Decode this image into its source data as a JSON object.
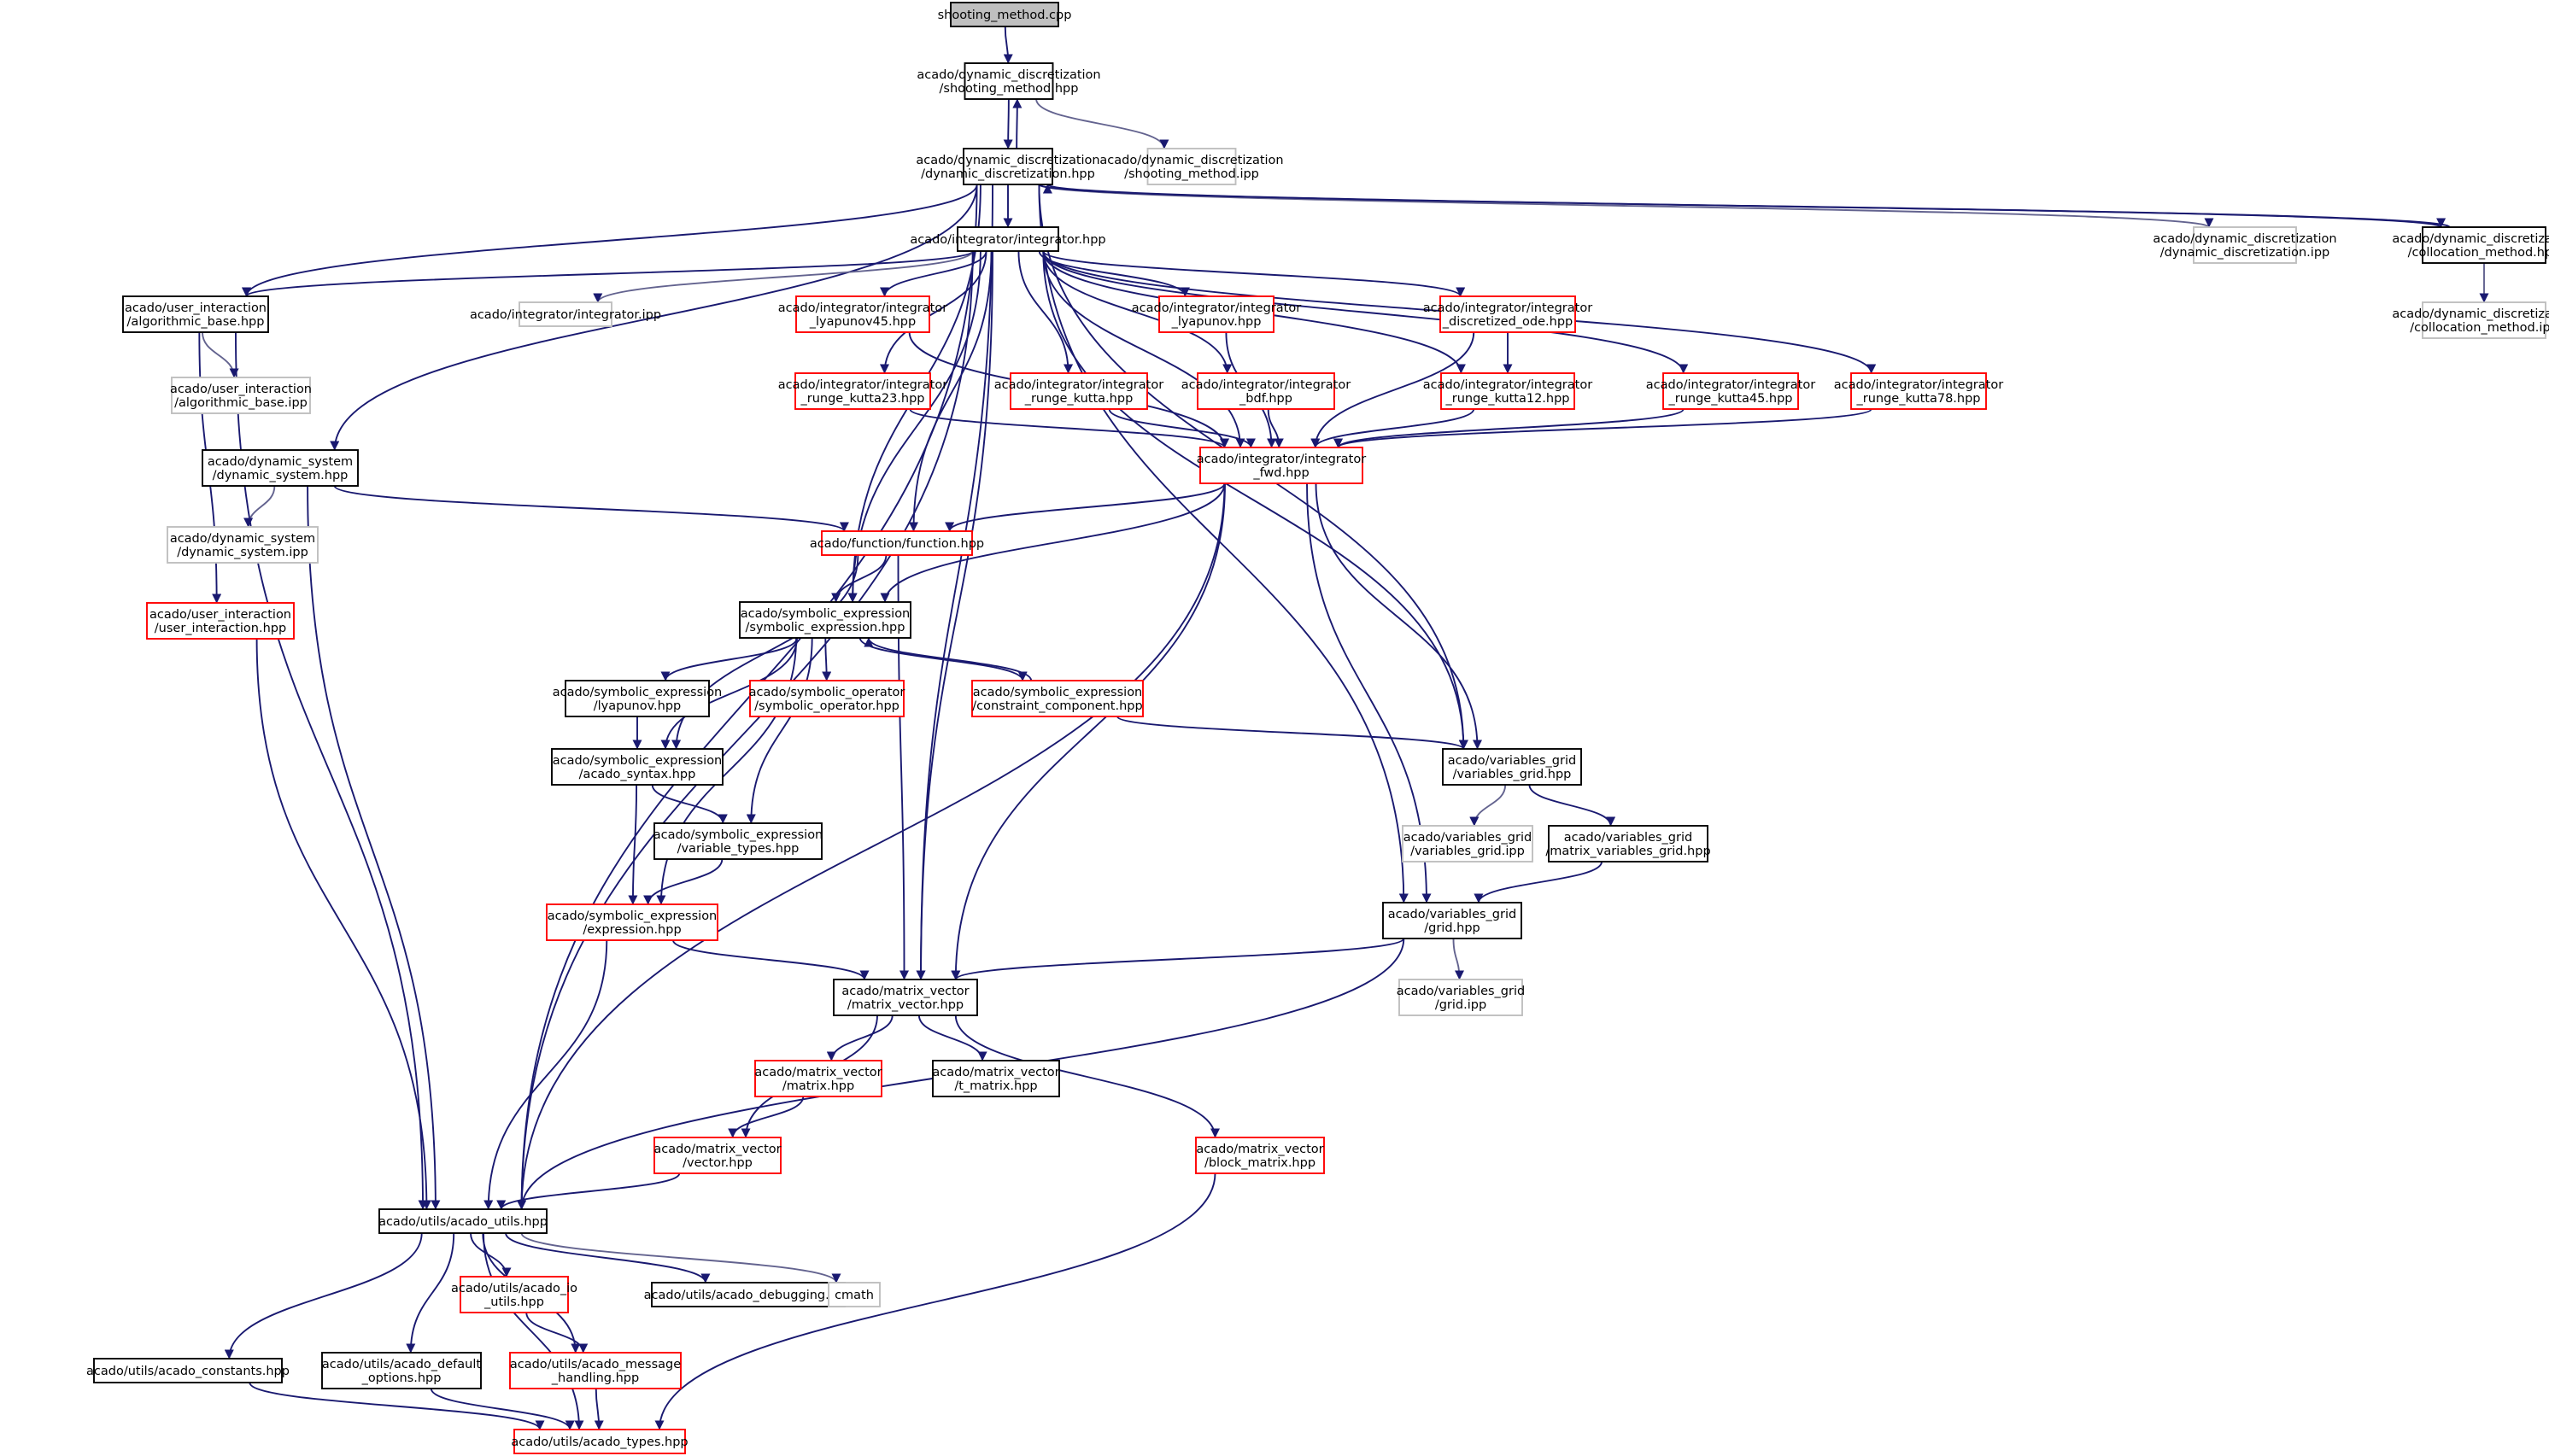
{
  "colors": {
    "edge": "#191970",
    "edge_gray": "#63638f",
    "border_black": "#000000",
    "border_red": "#ff0000",
    "border_gray": "#bfbfbf",
    "root_fill": "#bfbfbf",
    "node_fill": "#ffffff"
  },
  "nodes": [
    {
      "id": "root",
      "lines": [
        "shooting_method.cpp"
      ],
      "kind": "root"
    },
    {
      "id": "sm_hpp",
      "lines": [
        "acado/dynamic_discretization",
        "/shooting_method.hpp"
      ],
      "kind": "black"
    },
    {
      "id": "sm_ipp",
      "lines": [
        "acado/dynamic_discretization",
        "/shooting_method.ipp"
      ],
      "kind": "gray"
    },
    {
      "id": "dd_hpp",
      "lines": [
        "acado/dynamic_discretization",
        "/dynamic_discretization.hpp"
      ],
      "kind": "black"
    },
    {
      "id": "dd_ipp",
      "lines": [
        "acado/dynamic_discretization",
        "/dynamic_discretization.ipp"
      ],
      "kind": "gray"
    },
    {
      "id": "cm_hpp",
      "lines": [
        "acado/dynamic_discretization",
        "/collocation_method.hpp"
      ],
      "kind": "black"
    },
    {
      "id": "cm_ipp",
      "lines": [
        "acado/dynamic_discretization",
        "/collocation_method.ipp"
      ],
      "kind": "gray"
    },
    {
      "id": "int_hpp",
      "lines": [
        "acado/integrator/integrator.hpp"
      ],
      "kind": "black"
    },
    {
      "id": "int_ipp",
      "lines": [
        "acado/integrator/integrator.ipp"
      ],
      "kind": "gray"
    },
    {
      "id": "algo",
      "lines": [
        "acado/user_interaction",
        "/algorithmic_base.hpp"
      ],
      "kind": "black"
    },
    {
      "id": "algo_ipp",
      "lines": [
        "acado/user_interaction",
        "/algorithmic_base.ipp"
      ],
      "kind": "gray"
    },
    {
      "id": "ly45",
      "lines": [
        "acado/integrator/integrator",
        "_lyapunov45.hpp"
      ],
      "kind": "red"
    },
    {
      "id": "lyap",
      "lines": [
        "acado/integrator/integrator",
        "_lyapunov.hpp"
      ],
      "kind": "red"
    },
    {
      "id": "disc",
      "lines": [
        "acado/integrator/integrator",
        "_discretized_ode.hpp"
      ],
      "kind": "red"
    },
    {
      "id": "rk23",
      "lines": [
        "acado/integrator/integrator",
        "_runge_kutta23.hpp"
      ],
      "kind": "red"
    },
    {
      "id": "rk",
      "lines": [
        "acado/integrator/integrator",
        "_runge_kutta.hpp"
      ],
      "kind": "red"
    },
    {
      "id": "bdf",
      "lines": [
        "acado/integrator/integrator",
        "_bdf.hpp"
      ],
      "kind": "red"
    },
    {
      "id": "rk12",
      "lines": [
        "acado/integrator/integrator",
        "_runge_kutta12.hpp"
      ],
      "kind": "red"
    },
    {
      "id": "rk45",
      "lines": [
        "acado/integrator/integrator",
        "_runge_kutta45.hpp"
      ],
      "kind": "red"
    },
    {
      "id": "rk78",
      "lines": [
        "acado/integrator/integrator",
        "_runge_kutta78.hpp"
      ],
      "kind": "red"
    },
    {
      "id": "fwd",
      "lines": [
        "acado/integrator/integrator",
        "_fwd.hpp"
      ],
      "kind": "red"
    },
    {
      "id": "dynsys",
      "lines": [
        "acado/dynamic_system",
        "/dynamic_system.hpp"
      ],
      "kind": "black"
    },
    {
      "id": "dynsys_ipp",
      "lines": [
        "acado/dynamic_system",
        "/dynamic_system.ipp"
      ],
      "kind": "gray"
    },
    {
      "id": "func",
      "lines": [
        "acado/function/function.hpp"
      ],
      "kind": "red"
    },
    {
      "id": "ui",
      "lines": [
        "acado/user_interaction",
        "/user_interaction.hpp"
      ],
      "kind": "red"
    },
    {
      "id": "symexpr",
      "lines": [
        "acado/symbolic_expression",
        "/symbolic_expression.hpp"
      ],
      "kind": "black"
    },
    {
      "id": "symlyap",
      "lines": [
        "acado/symbolic_expression",
        "/lyapunov.hpp"
      ],
      "kind": "black"
    },
    {
      "id": "symop",
      "lines": [
        "acado/symbolic_operator",
        "/symbolic_operator.hpp"
      ],
      "kind": "red"
    },
    {
      "id": "constr",
      "lines": [
        "acado/symbolic_expression",
        "/constraint_component.hpp"
      ],
      "kind": "red"
    },
    {
      "id": "syntax",
      "lines": [
        "acado/symbolic_expression",
        "/acado_syntax.hpp"
      ],
      "kind": "black"
    },
    {
      "id": "vartypes",
      "lines": [
        "acado/symbolic_expression",
        "/variable_types.hpp"
      ],
      "kind": "black"
    },
    {
      "id": "expr",
      "lines": [
        "acado/symbolic_expression",
        "/expression.hpp"
      ],
      "kind": "red"
    },
    {
      "id": "vgrid",
      "lines": [
        "acado/variables_grid",
        "/variables_grid.hpp"
      ],
      "kind": "black"
    },
    {
      "id": "vgrid_ipp",
      "lines": [
        "acado/variables_grid",
        "/variables_grid.ipp"
      ],
      "kind": "gray"
    },
    {
      "id": "mvgrid",
      "lines": [
        "acado/variables_grid",
        "/matrix_variables_grid.hpp"
      ],
      "kind": "black"
    },
    {
      "id": "grid",
      "lines": [
        "acado/variables_grid",
        "/grid.hpp"
      ],
      "kind": "black"
    },
    {
      "id": "grid_ipp",
      "lines": [
        "acado/variables_grid",
        "/grid.ipp"
      ],
      "kind": "gray"
    },
    {
      "id": "mv",
      "lines": [
        "acado/matrix_vector",
        "/matrix_vector.hpp"
      ],
      "kind": "black"
    },
    {
      "id": "matrix",
      "lines": [
        "acado/matrix_vector",
        "/matrix.hpp"
      ],
      "kind": "red"
    },
    {
      "id": "tmatrix",
      "lines": [
        "acado/matrix_vector",
        "/t_matrix.hpp"
      ],
      "kind": "black"
    },
    {
      "id": "vector",
      "lines": [
        "acado/matrix_vector",
        "/vector.hpp"
      ],
      "kind": "red"
    },
    {
      "id": "block",
      "lines": [
        "acado/matrix_vector",
        "/block_matrix.hpp"
      ],
      "kind": "red"
    },
    {
      "id": "utils",
      "lines": [
        "acado/utils/acado_utils.hpp"
      ],
      "kind": "black"
    },
    {
      "id": "io",
      "lines": [
        "acado/utils/acado_io",
        "_utils.hpp"
      ],
      "kind": "red"
    },
    {
      "id": "debug",
      "lines": [
        "acado/utils/acado_debugging.hpp"
      ],
      "kind": "black"
    },
    {
      "id": "cmath",
      "lines": [
        "cmath"
      ],
      "kind": "gray"
    },
    {
      "id": "consts",
      "lines": [
        "acado/utils/acado_constants.hpp"
      ],
      "kind": "black"
    },
    {
      "id": "defopt",
      "lines": [
        "acado/utils/acado_default",
        "_options.hpp"
      ],
      "kind": "black"
    },
    {
      "id": "msg",
      "lines": [
        "acado/utils/acado_message",
        "_handling.hpp"
      ],
      "kind": "red"
    },
    {
      "id": "types",
      "lines": [
        "acado/utils/acado_types.hpp"
      ],
      "kind": "red"
    }
  ],
  "edges": [
    [
      "root",
      "sm_hpp"
    ],
    [
      "sm_hpp",
      "dd_hpp"
    ],
    [
      "sm_hpp",
      "sm_ipp"
    ],
    [
      "dd_hpp",
      "sm_hpp"
    ],
    [
      "dd_hpp",
      "int_hpp"
    ],
    [
      "dd_hpp",
      "dd_ipp"
    ],
    [
      "dd_hpp",
      "cm_hpp"
    ],
    [
      "cm_hpp",
      "dd_hpp"
    ],
    [
      "cm_hpp",
      "cm_ipp"
    ],
    [
      "dd_hpp",
      "algo"
    ],
    [
      "dd_hpp",
      "dynsys"
    ],
    [
      "dd_hpp",
      "utils"
    ],
    [
      "dd_hpp",
      "mv"
    ],
    [
      "dd_hpp",
      "symexpr"
    ],
    [
      "dd_hpp",
      "vgrid"
    ],
    [
      "dd_hpp",
      "grid"
    ],
    [
      "int_hpp",
      "algo"
    ],
    [
      "int_hpp",
      "int_ipp"
    ],
    [
      "int_hpp",
      "ly45"
    ],
    [
      "int_hpp",
      "lyap"
    ],
    [
      "int_hpp",
      "disc"
    ],
    [
      "int_hpp",
      "rk23"
    ],
    [
      "int_hpp",
      "rk"
    ],
    [
      "int_hpp",
      "bdf"
    ],
    [
      "int_hpp",
      "rk12"
    ],
    [
      "int_hpp",
      "rk45"
    ],
    [
      "int_hpp",
      "rk78"
    ],
    [
      "int_hpp",
      "fwd"
    ],
    [
      "int_hpp",
      "func"
    ],
    [
      "int_hpp",
      "symexpr"
    ],
    [
      "int_hpp",
      "utils"
    ],
    [
      "int_hpp",
      "mv"
    ],
    [
      "int_hpp",
      "vgrid"
    ],
    [
      "algo",
      "algo_ipp"
    ],
    [
      "algo",
      "ui"
    ],
    [
      "algo",
      "utils"
    ],
    [
      "ly45",
      "fwd"
    ],
    [
      "lyap",
      "fwd"
    ],
    [
      "disc",
      "rk12"
    ],
    [
      "disc",
      "fwd"
    ],
    [
      "rk23",
      "fwd"
    ],
    [
      "rk",
      "fwd"
    ],
    [
      "bdf",
      "fwd"
    ],
    [
      "rk12",
      "fwd"
    ],
    [
      "rk45",
      "fwd"
    ],
    [
      "rk78",
      "fwd"
    ],
    [
      "fwd",
      "func"
    ],
    [
      "fwd",
      "symexpr"
    ],
    [
      "fwd",
      "vgrid"
    ],
    [
      "fwd",
      "grid"
    ],
    [
      "fwd",
      "mv"
    ],
    [
      "fwd",
      "utils"
    ],
    [
      "dynsys",
      "dynsys_ipp"
    ],
    [
      "dynsys",
      "func"
    ],
    [
      "dynsys",
      "utils"
    ],
    [
      "func",
      "symexpr"
    ],
    [
      "func",
      "syntax"
    ],
    [
      "func",
      "mv"
    ],
    [
      "ui",
      "utils"
    ],
    [
      "symexpr",
      "symlyap"
    ],
    [
      "symexpr",
      "symop"
    ],
    [
      "symexpr",
      "constr"
    ],
    [
      "constr",
      "symexpr"
    ],
    [
      "symexpr",
      "syntax"
    ],
    [
      "symexpr",
      "vartypes"
    ],
    [
      "symexpr",
      "expr"
    ],
    [
      "symlyap",
      "syntax"
    ],
    [
      "constr",
      "vgrid"
    ],
    [
      "syntax",
      "vartypes"
    ],
    [
      "syntax",
      "expr"
    ],
    [
      "vartypes",
      "expr"
    ],
    [
      "expr",
      "mv"
    ],
    [
      "expr",
      "utils"
    ],
    [
      "vgrid",
      "vgrid_ipp"
    ],
    [
      "vgrid",
      "mvgrid"
    ],
    [
      "mvgrid",
      "grid"
    ],
    [
      "grid",
      "grid_ipp"
    ],
    [
      "grid",
      "mv"
    ],
    [
      "grid",
      "utils"
    ],
    [
      "mv",
      "matrix"
    ],
    [
      "mv",
      "tmatrix"
    ],
    [
      "mv",
      "vector"
    ],
    [
      "mv",
      "block"
    ],
    [
      "matrix",
      "vector"
    ],
    [
      "vector",
      "utils"
    ],
    [
      "block",
      "types"
    ],
    [
      "utils",
      "io"
    ],
    [
      "utils",
      "debug"
    ],
    [
      "utils",
      "cmath"
    ],
    [
      "utils",
      "consts"
    ],
    [
      "utils",
      "defopt"
    ],
    [
      "utils",
      "msg"
    ],
    [
      "utils",
      "types"
    ],
    [
      "io",
      "msg"
    ],
    [
      "consts",
      "types"
    ],
    [
      "defopt",
      "types"
    ],
    [
      "msg",
      "types"
    ]
  ]
}
